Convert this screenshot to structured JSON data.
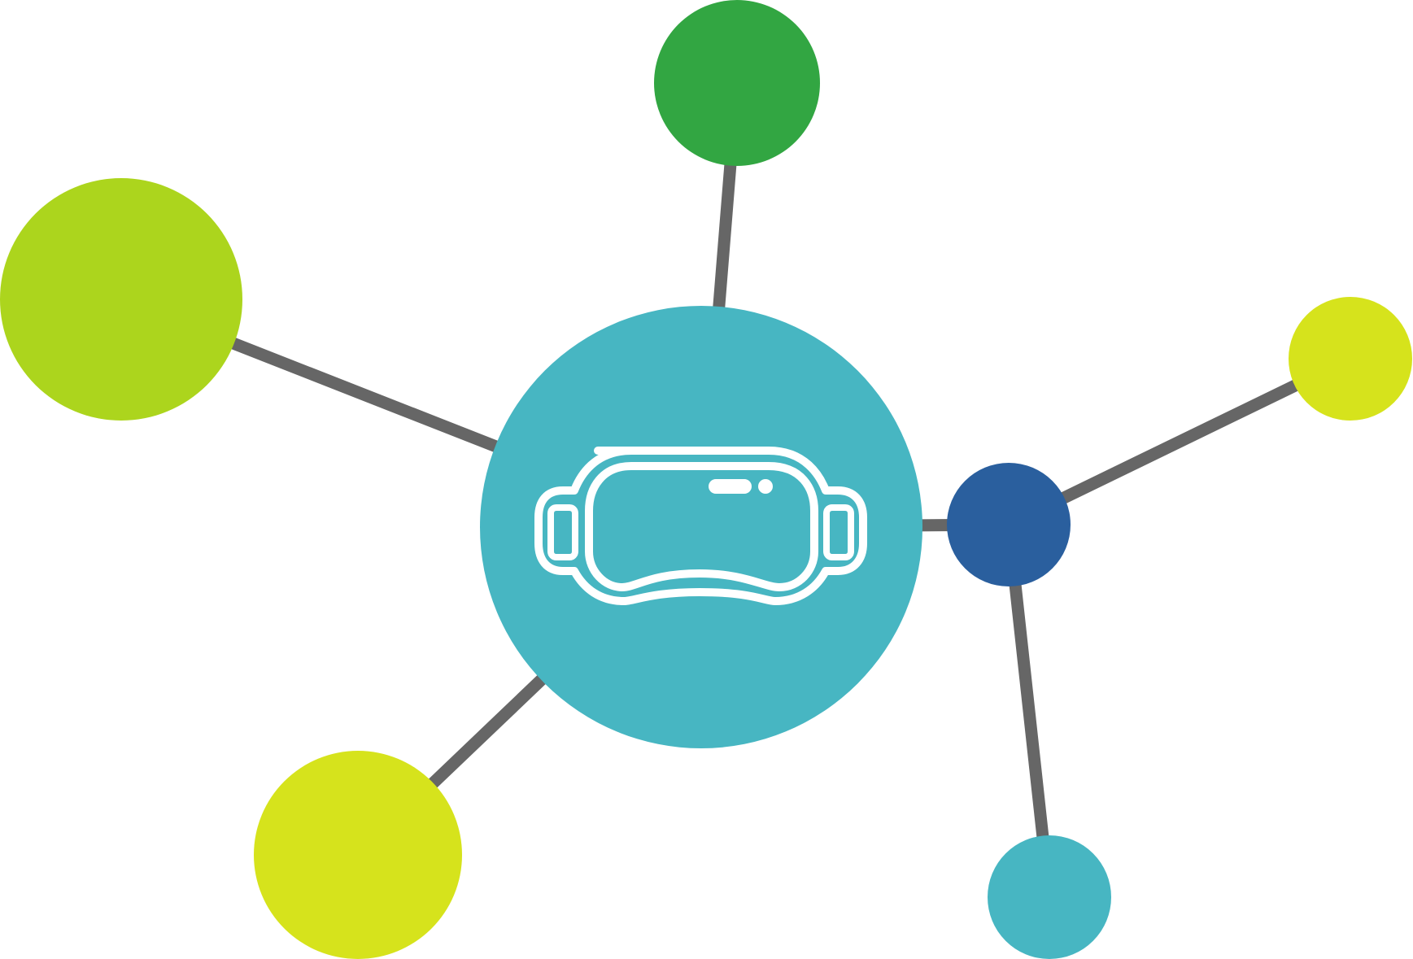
{
  "diagram": {
    "type": "hub-and-spoke network",
    "colors": {
      "background": "#ffffff",
      "connector": "#666666",
      "hub": "#47b6c2",
      "hub_icon_stroke": "#ffffff",
      "lime": "#acd51d",
      "yellow": "#d6e31c",
      "green": "#32a642",
      "navy": "#2a5f9e",
      "teal": "#47b6c2"
    },
    "hub": {
      "name": "center-node",
      "icon": "vr-headset-icon",
      "color_key": "hub"
    },
    "nodes": [
      {
        "name": "node-green-top",
        "color_key": "green"
      },
      {
        "name": "node-lime-left",
        "color_key": "lime"
      },
      {
        "name": "node-yellow-bottom-left",
        "color_key": "yellow"
      },
      {
        "name": "node-navy-right",
        "color_key": "navy"
      },
      {
        "name": "node-yellow-right",
        "color_key": "yellow"
      },
      {
        "name": "node-teal-bottom-right",
        "color_key": "teal"
      }
    ],
    "edges": [
      {
        "from": "center-node",
        "to": "node-green-top"
      },
      {
        "from": "center-node",
        "to": "node-lime-left"
      },
      {
        "from": "center-node",
        "to": "node-yellow-bottom-left"
      },
      {
        "from": "center-node",
        "to": "node-navy-right"
      },
      {
        "from": "node-navy-right",
        "to": "node-yellow-right"
      },
      {
        "from": "node-navy-right",
        "to": "node-teal-bottom-right"
      }
    ]
  }
}
